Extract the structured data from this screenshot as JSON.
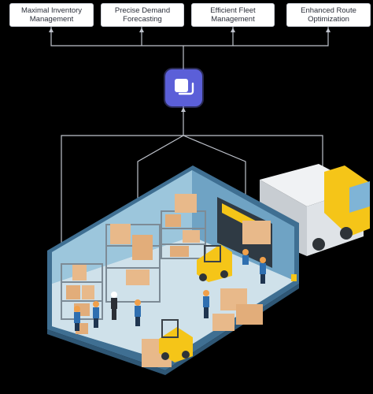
{
  "features": [
    {
      "id": "maximal-inventory",
      "label": "Maximal Inventory\nManagement"
    },
    {
      "id": "precise-demand",
      "label": "Precise Demand\nForecasting"
    },
    {
      "id": "efficient-fleet",
      "label": "Efficient Fleet\nManagement"
    },
    {
      "id": "enhanced-route",
      "label": "Enhanced Route\nOptimization"
    }
  ],
  "hub": {
    "icon": "layers-icon",
    "color": "#5b5fd8"
  },
  "colors": {
    "connector": "#bfc3cc",
    "wall_outer": "#5f8fb0",
    "wall_inner": "#8fbcd6",
    "floor": "#c9dde8",
    "truck_cab": "#f5c518",
    "truck_body": "#e9ecef",
    "box": "#e8b98a",
    "forklift": "#f5c518"
  },
  "scene": {
    "illustration": "isometric-warehouse-icon"
  }
}
